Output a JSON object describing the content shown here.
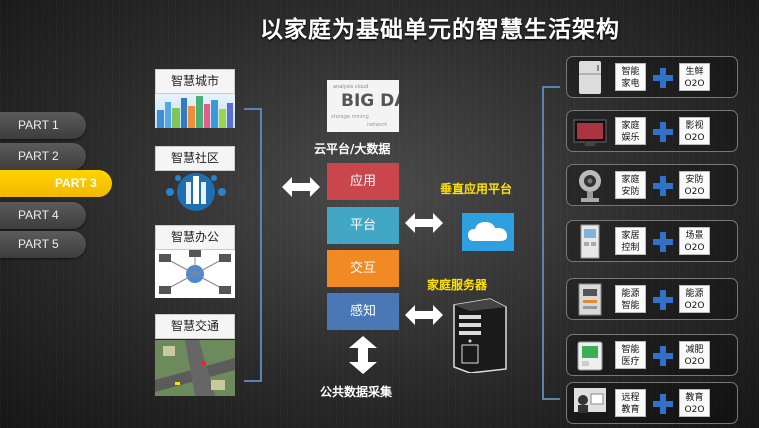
{
  "title": "以家庭为基础单元的智慧生活架构",
  "nav": [
    "PART 1",
    "PART 2",
    "PART 3",
    "PART 4",
    "PART 5"
  ],
  "nav_active_index": 2,
  "scenes": [
    "智慧城市",
    "智慧社区",
    "智慧办公",
    "智慧交通"
  ],
  "bigdata_label": "云平台/大数据",
  "bigdata_words": "BIG DATA",
  "stack": [
    "应用",
    "平台",
    "交互",
    "感知"
  ],
  "stack_colors": [
    "#c8464c",
    "#41a7c4",
    "#f18a22",
    "#4a78b6"
  ],
  "vertical_app_platform": "垂直应用平台",
  "home_server": "家庭服务器",
  "public_data": "公共数据采集",
  "services": [
    {
      "left": [
        "智能",
        "家电"
      ],
      "right": [
        "生鲜",
        "O2O"
      ],
      "icon": "fridge-icon"
    },
    {
      "left": [
        "家庭",
        "娱乐"
      ],
      "right": [
        "影视",
        "O2O"
      ],
      "icon": "tv-icon"
    },
    {
      "left": [
        "家庭",
        "安防"
      ],
      "right": [
        "安防",
        "O2O"
      ],
      "icon": "camera-icon"
    },
    {
      "left": [
        "家居",
        "控制"
      ],
      "right": [
        "场景",
        "O2O"
      ],
      "icon": "smart-panel-icon"
    },
    {
      "left": [
        "能源",
        "智能"
      ],
      "right": [
        "能源",
        "O2O"
      ],
      "icon": "meter-icon"
    },
    {
      "left": [
        "智能",
        "医疗"
      ],
      "right": [
        "减肥",
        "O2O"
      ],
      "icon": "medical-device-icon"
    },
    {
      "left": [
        "远程",
        "教育"
      ],
      "right": [
        "教育",
        "O2O"
      ],
      "icon": "teacher-icon"
    }
  ],
  "colors": {
    "accent_yellow": "#ffd400",
    "plus_blue": "#2f72c7",
    "bracket_blue": "#5a84b0"
  }
}
